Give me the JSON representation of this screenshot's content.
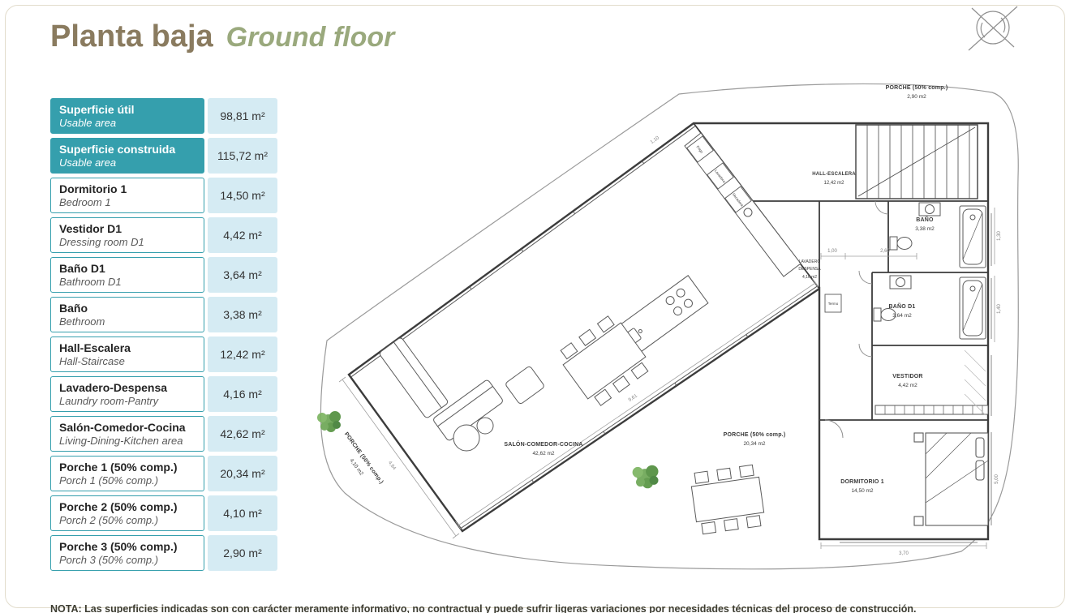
{
  "page": {
    "title_es": "Planta baja",
    "title_en": "Ground floor",
    "note": "NOTA: Las superficies indicadas son con carácter meramente informativo, no contractual y puede sufrir ligeras variaciones por necesidades técnicas del proceso de construcción."
  },
  "colors": {
    "teal": "#359fad",
    "value_bg": "#d5ebf3",
    "title_brown": "#8a7b5f",
    "title_green": "#9aa97d",
    "plant_green": "#5f9c4a"
  },
  "table": {
    "rows": [
      {
        "es": "Superficie útil",
        "en": "Usable area",
        "value": "98,81 m²",
        "header": true
      },
      {
        "es": "Superficie construida",
        "en": "Usable area",
        "value": "115,72 m²",
        "header": true
      },
      {
        "es": "Dormitorio 1",
        "en": "Bedroom 1",
        "value": "14,50 m²"
      },
      {
        "es": "Vestidor D1",
        "en": "Dressing room D1",
        "value": "4,42 m²"
      },
      {
        "es": "Baño D1",
        "en": "Bathroom D1",
        "value": "3,64 m²"
      },
      {
        "es": "Baño",
        "en": "Bethroom",
        "value": "3,38 m²"
      },
      {
        "es": "Hall-Escalera",
        "en": "Hall-Staircase",
        "value": "12,42 m²"
      },
      {
        "es": "Lavadero-Despensa",
        "en": "Laundry room-Pantry",
        "value": "4,16 m²"
      },
      {
        "es": "Salón-Comedor-Cocina",
        "en": "Living-Dining-Kitchen area",
        "value": "42,62 m²"
      },
      {
        "es": "Porche 1 (50% comp.)",
        "en": "Porch 1 (50% comp.)",
        "value": "20,34 m²"
      },
      {
        "es": "Porche 2 (50% comp.)",
        "en": "Porch 2 (50% comp.)",
        "value": "4,10 m²"
      },
      {
        "es": "Porche 3 (50% comp.)",
        "en": "Porch 3 (50% comp.)",
        "value": "2,90 m²"
      }
    ]
  },
  "plan": {
    "porch_top": {
      "name": "PORCHE (50% comp.)",
      "area": "2,90 m2"
    },
    "hall": {
      "name": "HALL-ESCALERA",
      "area": "12,42 m2"
    },
    "bano": {
      "name": "BAÑO",
      "area": "3,38 m2"
    },
    "lavadero": {
      "line1": "LAVADERO",
      "line2": "DESPENSA",
      "area": "4,16 m2"
    },
    "bano_d1": {
      "name": "BAÑO D1",
      "area": "3,64 m2"
    },
    "vestidor": {
      "name": "VESTIDOR",
      "area": "4,42 m2"
    },
    "salon": {
      "name": "SALÓN-COMEDOR-COCINA",
      "area": "42,62 m2"
    },
    "porch_right": {
      "name": "PORCHE (50% comp.)",
      "area": "20,34 m2"
    },
    "dormitorio": {
      "name": "DORMITORIO 1",
      "area": "14,50 m2"
    },
    "porch_left": {
      "name": "PORCHE (50% comp.)",
      "area": "4,10 m2"
    },
    "appliances": {
      "frigo": "Frigo",
      "lavadora": "Lavadora",
      "secadora": "Secadora",
      "termo": "Termo"
    },
    "dims": [
      "4,64",
      "9,61",
      "1,10",
      "1,00",
      "2,60",
      "1,30",
      "1,40",
      "5,00",
      "3,70"
    ]
  }
}
